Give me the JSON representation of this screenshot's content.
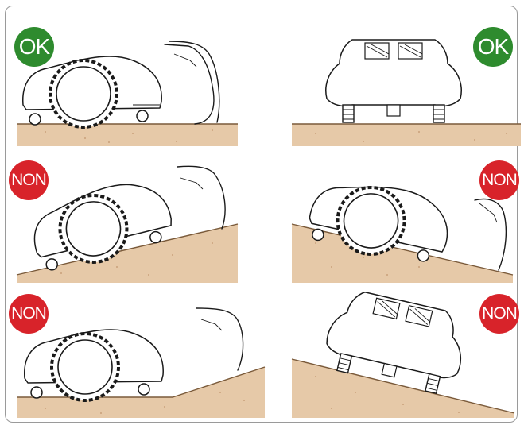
{
  "badges": {
    "ok_label": "OK",
    "non_label": "NON"
  },
  "colors": {
    "ok": "#2e8b2e",
    "non": "#d8232a",
    "soil": "#e6c9a8",
    "soil_line": "#7a5a3a",
    "frame": "#9a9a9a"
  },
  "panels": [
    {
      "id": "p-ok-side",
      "status": "ok",
      "view": "side",
      "slope": "flat",
      "icon": "mower-side-icon"
    },
    {
      "id": "p-ok-front",
      "status": "ok",
      "view": "front",
      "slope": "flat",
      "icon": "mower-front-icon"
    },
    {
      "id": "p-non-1",
      "status": "non",
      "view": "side",
      "slope": "uphill",
      "icon": "mower-side-icon"
    },
    {
      "id": "p-non-2",
      "status": "non",
      "view": "side",
      "slope": "downhill",
      "icon": "mower-side-icon"
    },
    {
      "id": "p-non-3",
      "status": "non",
      "view": "side",
      "slope": "ramp-behind",
      "icon": "mower-side-icon"
    },
    {
      "id": "p-non-4",
      "status": "non",
      "view": "front",
      "slope": "cross-slope",
      "icon": "mower-front-icon"
    }
  ]
}
